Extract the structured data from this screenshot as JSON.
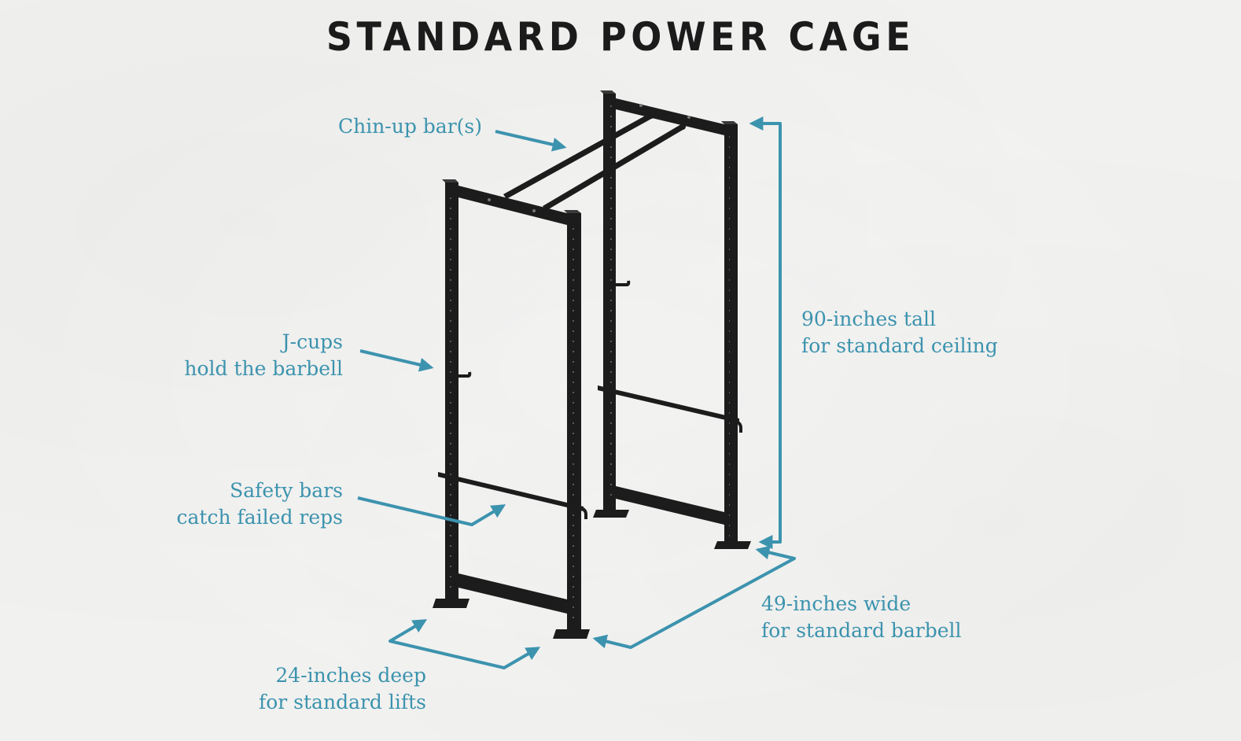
{
  "title": "STANDARD POWER CAGE",
  "colors": {
    "background": "#f1f1ef",
    "frame": "#1c1c1c",
    "accent": "#3c93ae",
    "title": "#1b1b1b"
  },
  "labels": {
    "chin_up": {
      "line1": "Chin-up bar(s)"
    },
    "j_cups": {
      "line1": "J-cups",
      "line2": "hold the barbell"
    },
    "safety": {
      "line1": "Safety bars",
      "line2": "catch failed reps"
    },
    "height": {
      "line1": "90-inches tall",
      "line2": "for standard ceiling"
    },
    "width": {
      "line1": "49-inches wide",
      "line2": "for standard barbell"
    },
    "depth": {
      "line1": "24-inches deep",
      "line2": "for standard lifts"
    }
  }
}
